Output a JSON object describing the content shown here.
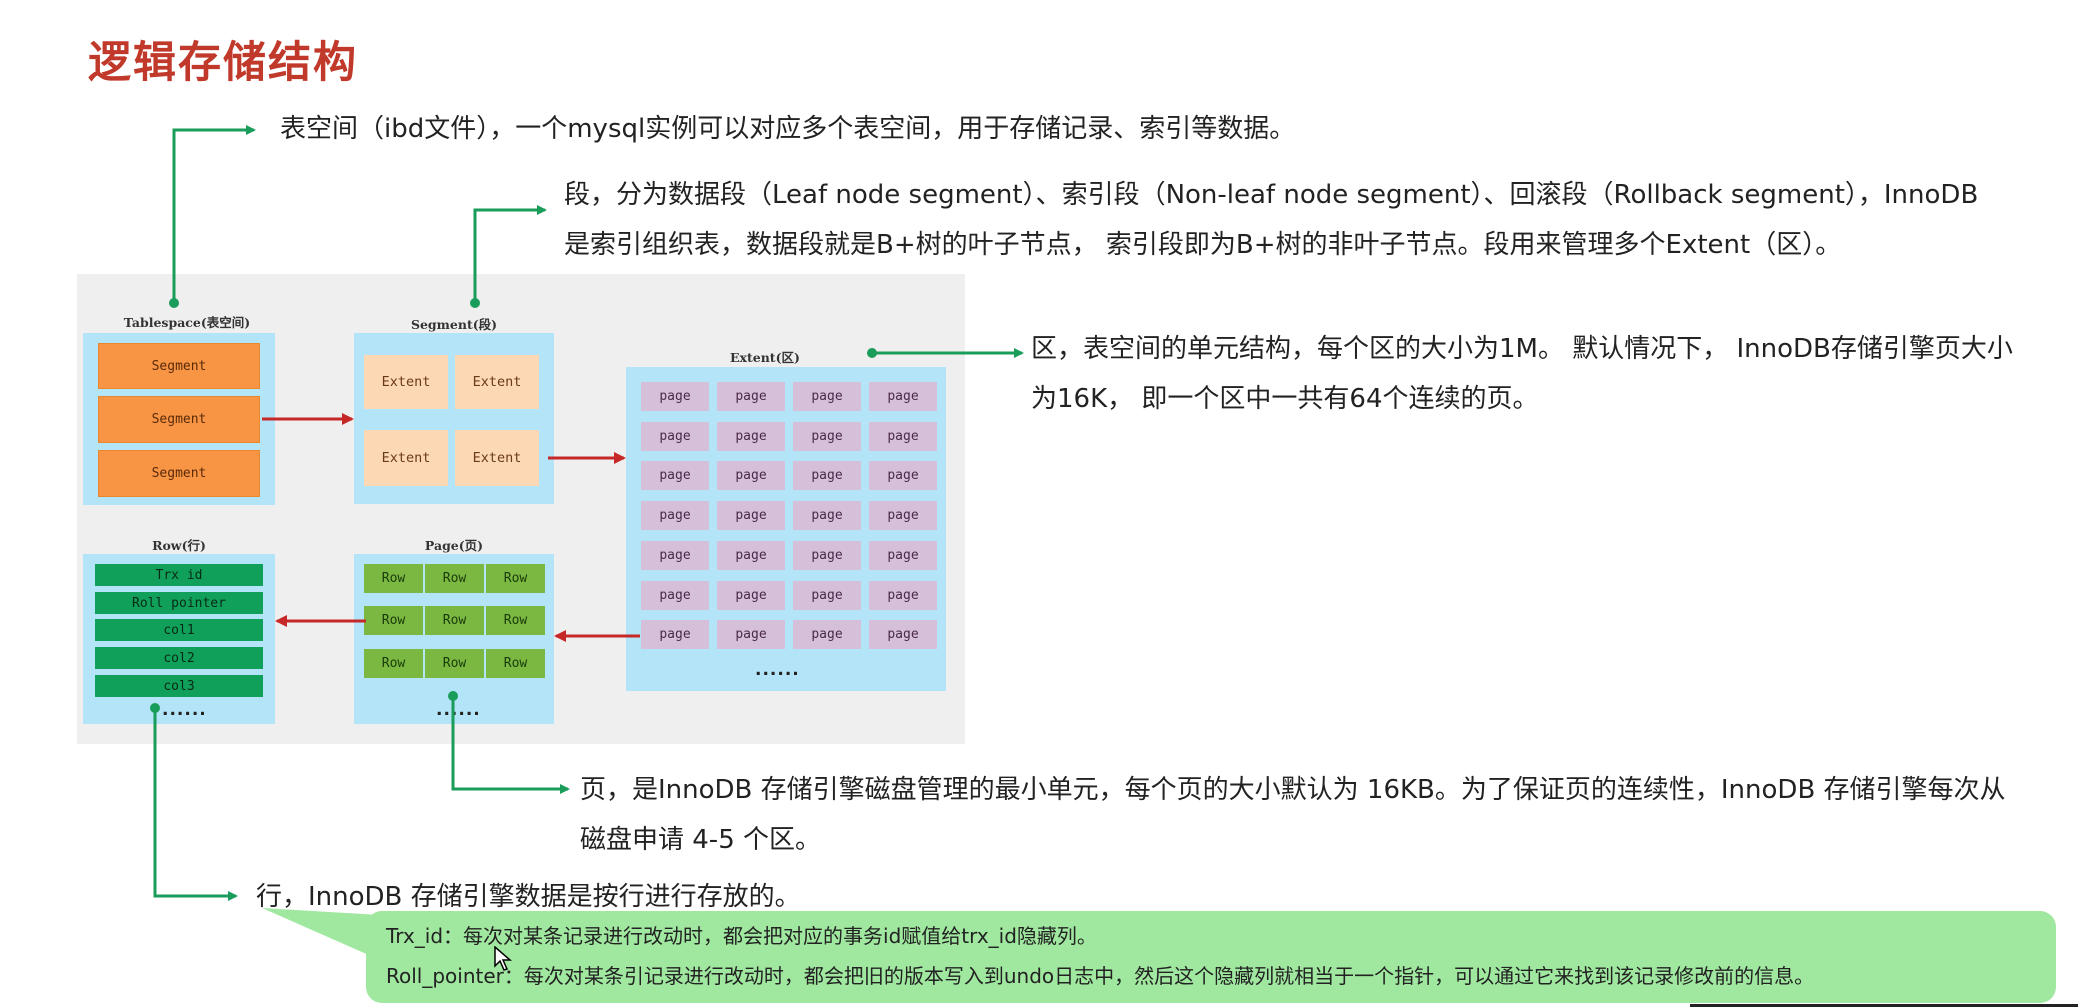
{
  "title": "逻辑存储结构",
  "descriptions": {
    "tablespace": "表空间（ibd文件），一个mysql实例可以对应多个表空间，用于存储记录、索引等数据。",
    "segment_line1": "段，分为数据段（Leaf node segment）、索引段（Non-leaf node segment）、回滚段（Rollback segment），InnoDB",
    "segment_line2": "是索引组织表，数据段就是B+树的叶子节点， 索引段即为B+树的非叶子节点。段用来管理多个Extent（区）。",
    "extent_line1": "区，表空间的单元结构，每个区的大小为1M。 默认情况下， InnoDB存储引擎页大小",
    "extent_line2": "为16K， 即一个区中一共有64个连续的页。",
    "page_line1": "页，是InnoDB 存储引擎磁盘管理的最小单元，每个页的大小默认为 16KB。为了保证页的连续性，InnoDB 存储引擎每次从",
    "page_line2": "磁盘申请 4-5 个区。",
    "row": "行，InnoDB 存储引擎数据是按行进行存放的。"
  },
  "diagram": {
    "tablespace_label": "Tablespace(表空间)",
    "segment_label": "Segment(段)",
    "extent_label": "Extent(区)",
    "page_label": "Page(页)",
    "row_label": "Row(行)",
    "segments": [
      "Segment",
      "Segment",
      "Segment"
    ],
    "extents": [
      "Extent",
      "Extent",
      "Extent",
      "Extent"
    ],
    "page_item": "page",
    "page_grid": {
      "rows": 7,
      "cols": 4
    },
    "page_rows": [
      "Row",
      "Row",
      "Row",
      "Row",
      "Row",
      "Row",
      "Row",
      "Row",
      "Row"
    ],
    "row_fields": [
      "Trx id",
      "Roll pointer",
      "col1",
      "col2",
      "col3"
    ],
    "ellipsis_extent": "......",
    "ellipsis_page": "......",
    "ellipsis_row": "......"
  },
  "note": {
    "trx_id": "Trx_id：每次对某条记录进行改动时，都会把对应的事务id赋值给trx_id隐藏列。",
    "roll_pointer": "Roll_pointer：每次对某条引记录进行改动时，都会把旧的版本写入到undo日志中，然后这个隐藏列就相当于一个指针，可以通过它来找到该记录修改前的信息。"
  },
  "colors": {
    "title": "#c0392b",
    "connector": "#1a9c5a",
    "flow_arrow": "#c62828",
    "container": "#b3e4f8",
    "segment": "#f79545",
    "extent": "#fcd8b4",
    "page": "#d6bfd8",
    "row": "#7ab842",
    "field": "#11a05a",
    "note_bg": "#a0e8a0"
  }
}
